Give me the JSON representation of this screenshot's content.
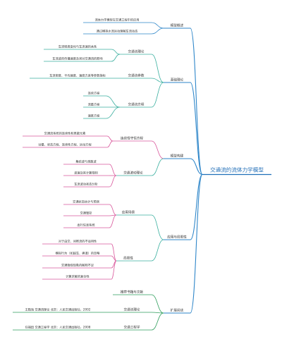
{
  "root": {
    "label": "交通流的流体力学模型"
  },
  "colors": {
    "root": "#1f6fb8",
    "blue": "#2e86c9",
    "teal": "#3aaf9f",
    "pink": "#d9569b",
    "yellow": "#e2ad2a",
    "green": "#2e9e5b",
    "navy": "#2c4fa0",
    "violet": "#9b66c3"
  },
  "branches": [
    {
      "label": "模型概述",
      "leaves": [
        "流体力学模型在交通工程中的应用",
        "通过模拟水流运动理解车流动态"
      ]
    },
    {
      "label": "基础理论",
      "subs": [
        {
          "label": "交通流理论",
          "leaves": [
            "车流密度变化与车流速的关系",
            "车流波的传播速度及其对交通流的影响"
          ]
        },
        {
          "label": "交通流参数",
          "leaves": [
            "车流密度、平均速度、速度方差等参数指标"
          ]
        },
        {
          "label": "交通流方程",
          "leaves": [
            "连续方程",
            "流量方程",
            "速度方程"
          ]
        }
      ]
    },
    {
      "label": "模型构建",
      "subs": [
        {
          "label": "连续性守恒方程",
          "leaves": [
            "交通流系统的连续性和离散元素",
            "动量、状态方程、连续性方程、运动方程"
          ]
        },
        {
          "label": "交通波动理论",
          "leaves": [
            "集结波与疏散波",
            "波速及其计算规则",
            "车流波动状态分析"
          ]
        }
      ]
    },
    {
      "label": "应用与局限性",
      "subs": [
        {
          "label": "应用场景",
          "leaves": [
            "交通状态估计与预测",
            "交通管控",
            "出行信息系统"
          ]
        },
        {
          "label": "局限性",
          "leaves": [
            "对于由交、间断流的不适用性",
            "模拟行为（如超车、换道）的忽略",
            "交通微观现象的解释不足",
            "计算求解的复杂性"
          ]
        }
      ]
    },
    {
      "label": "扩展阅读",
      "subs": [
        {
          "label": "推荐书籍与文献",
          "leaves": []
        },
        {
          "label": "交通流理论",
          "leaves": [
            "王殿海  交通流理论  北京：人民交通出版社，2002"
          ]
        },
        {
          "label": "交通工程学",
          "leaves": [
            "任福田  交通工程学  北京：人民交通出版社，2008"
          ]
        }
      ]
    }
  ]
}
